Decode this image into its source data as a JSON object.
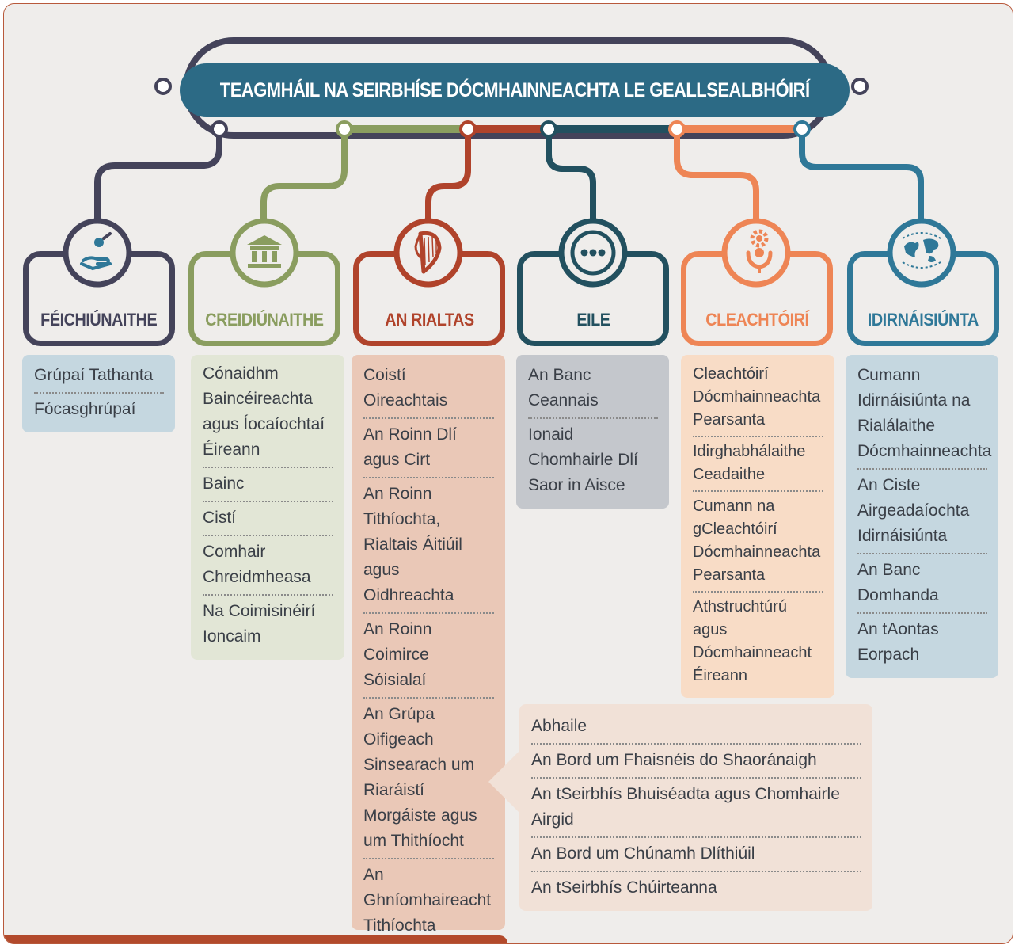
{
  "title": "TEAGMHÁIL NA SEIRBHÍSE DÓCMHAINNEACHTA LE GEALLSEALBHÓIRÍ",
  "colors": {
    "feichiunaithe": "#44435a",
    "creidiunaithe": "#8a9d5f",
    "rialtas": "#b0432b",
    "eile": "#22505f",
    "cleachtoiri": "#ee8555",
    "idirnaisiunta": "#2f7898"
  },
  "categories": {
    "feichiunaithe": {
      "label": "FÉICHIÚNAITHE",
      "icon": "hand-coin-icon",
      "items": [
        "Grúpaí Tathanta",
        "Fócasghrúpaí"
      ]
    },
    "creidiunaithe": {
      "label": "CREIDIÚNAITHE",
      "icon": "bank-building-icon",
      "items": [
        "Cónaidhm Baincéireachta agus Íocaíochtaí Éireann",
        "Bainc",
        "Cistí",
        "Comhair Chreidmheasa",
        "Na Coimisinéirí Ioncaim"
      ]
    },
    "rialtas": {
      "label": "AN RIALTAS",
      "icon": "harp-icon",
      "items": [
        "Coistí Oireachtais",
        "An Roinn Dlí agus Cirt",
        "An Roinn Tithíochta, Rialtais Áitiúil agus Oidhreachta",
        "An Roinn Coimirce Sóisialaí",
        "An Grúpa Oifigeach Sinsearach um Riaráistí Morgáiste agus um Thithíocht",
        "An Ghníomhaireacht Tithíochta"
      ]
    },
    "eile": {
      "label": "EILE",
      "icon": "chat-dots-icon",
      "items": [
        "An Banc Ceannais",
        "Ionaid Chomhairle Dlí Saor in Aisce"
      ]
    },
    "cleachtoiri": {
      "label": "CLEACHTÓIRÍ",
      "icon": "person-gear-icon",
      "items": [
        "Cleachtóirí Dócmhainneachta Pearsanta",
        "Idirghabhálaithe Ceadaithe",
        "Cumann na gCleachtóirí Dócmhainneachta Pearsanta",
        "Athstruchtúrú agus Dócmhainneacht Éireann"
      ]
    },
    "idirnaisiunta": {
      "label": "IDIRNÁISIÚNTA",
      "icon": "globe-network-icon",
      "items": [
        "Cumann Idirnáisiúnta na Rialálaithe Dócmhainneachta",
        "An Ciste Airgeadaíochta Idirnáisiúnta",
        "An Banc Domhanda",
        "An tAontas Eorpach"
      ]
    }
  },
  "rialtas_extra": [
    "Abhaile",
    "An Bord um Fhaisnéis do Shaoránaigh",
    "An tSeirbhís Bhuiséadta agus Chomhairle Airgid",
    "An Bord um Chúnamh Dlíthiúil",
    "An tSeirbhís Chúirteanna"
  ]
}
